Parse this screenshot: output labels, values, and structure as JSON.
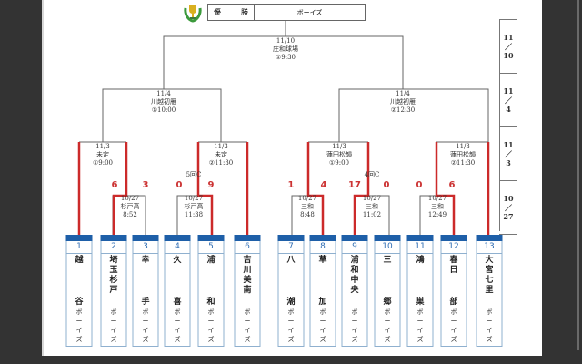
{
  "winner": {
    "label_left": "優",
    "label_right": "勝",
    "team": "ボーイズ"
  },
  "final": {
    "date": "11/10",
    "venue": "庄和球場",
    "time": "①9:30"
  },
  "semis": [
    {
      "date": "11/4",
      "venue": "川越初雁",
      "time": "①10:00"
    },
    {
      "date": "11/4",
      "venue": "川越初雁",
      "time": "②12:30"
    }
  ],
  "quarters": [
    {
      "date": "11/3",
      "venue": "未定",
      "time": "①9:00"
    },
    {
      "date": "11/3",
      "venue": "未定",
      "time": "②11:30"
    },
    {
      "date": "11/3",
      "venue": "蓮田松韻",
      "time": "①9:00"
    },
    {
      "date": "11/3",
      "venue": "蓮田松韻",
      "time": "②11:30"
    }
  ],
  "first_round": [
    {
      "date": "10/27",
      "venue": "杉戸高",
      "time": "8:52",
      "score_left": "6",
      "score_right": "3",
      "note": ""
    },
    {
      "date": "10/27",
      "venue": "杉戸高",
      "time": "11:38",
      "score_left": "0",
      "score_right": "9",
      "note": "5回C"
    },
    {
      "date": "10/27",
      "venue": "三和",
      "time": "8:48",
      "score_left": "1",
      "score_right": "4",
      "note": ""
    },
    {
      "date": "10/27",
      "venue": "三和",
      "time": "11:02",
      "score_left": "17",
      "score_right": "0",
      "note": "4回C"
    },
    {
      "date": "10/27",
      "venue": "三和",
      "time": "12:49",
      "score_left": "0",
      "score_right": "6",
      "note": ""
    }
  ],
  "teams": [
    {
      "num": "1",
      "top": [
        "越"
      ],
      "bottom": [
        "谷"
      ]
    },
    {
      "num": "2",
      "top": [
        "埼",
        "玉",
        "杉",
        "戸"
      ],
      "bottom": []
    },
    {
      "num": "3",
      "top": [
        "幸"
      ],
      "bottom": [
        "手"
      ]
    },
    {
      "num": "4",
      "top": [
        "久"
      ],
      "bottom": [
        "喜"
      ]
    },
    {
      "num": "5",
      "top": [
        "浦"
      ],
      "bottom": [
        "和"
      ]
    },
    {
      "num": "6",
      "top": [
        "吉",
        "川",
        "美",
        "南"
      ],
      "bottom": []
    },
    {
      "num": "7",
      "top": [
        "八"
      ],
      "bottom": [
        "潮"
      ]
    },
    {
      "num": "8",
      "top": [
        "草"
      ],
      "bottom": [
        "加"
      ]
    },
    {
      "num": "9",
      "top": [
        "浦",
        "和",
        "中",
        "央"
      ],
      "bottom": []
    },
    {
      "num": "10",
      "top": [
        "三"
      ],
      "bottom": [
        "郷"
      ]
    },
    {
      "num": "11",
      "top": [
        "鴻"
      ],
      "bottom": [
        "巣"
      ]
    },
    {
      "num": "12",
      "top": [
        "春",
        "日"
      ],
      "bottom": [
        "部"
      ]
    },
    {
      "num": "13",
      "top": [
        "大",
        "宮",
        "七",
        "里"
      ],
      "bottom": []
    }
  ],
  "boys_suffix": [
    "ボ",
    "ー",
    "イ",
    "ズ"
  ],
  "round_dates": [
    {
      "month": "11",
      "day": "10"
    },
    {
      "month": "11",
      "day": "4"
    },
    {
      "month": "11",
      "day": "3"
    },
    {
      "month": "10",
      "day": "27"
    }
  ],
  "colors": {
    "win_line": "#cc2a2a",
    "line": "#666666",
    "team_bar": "#1e5fa8"
  }
}
